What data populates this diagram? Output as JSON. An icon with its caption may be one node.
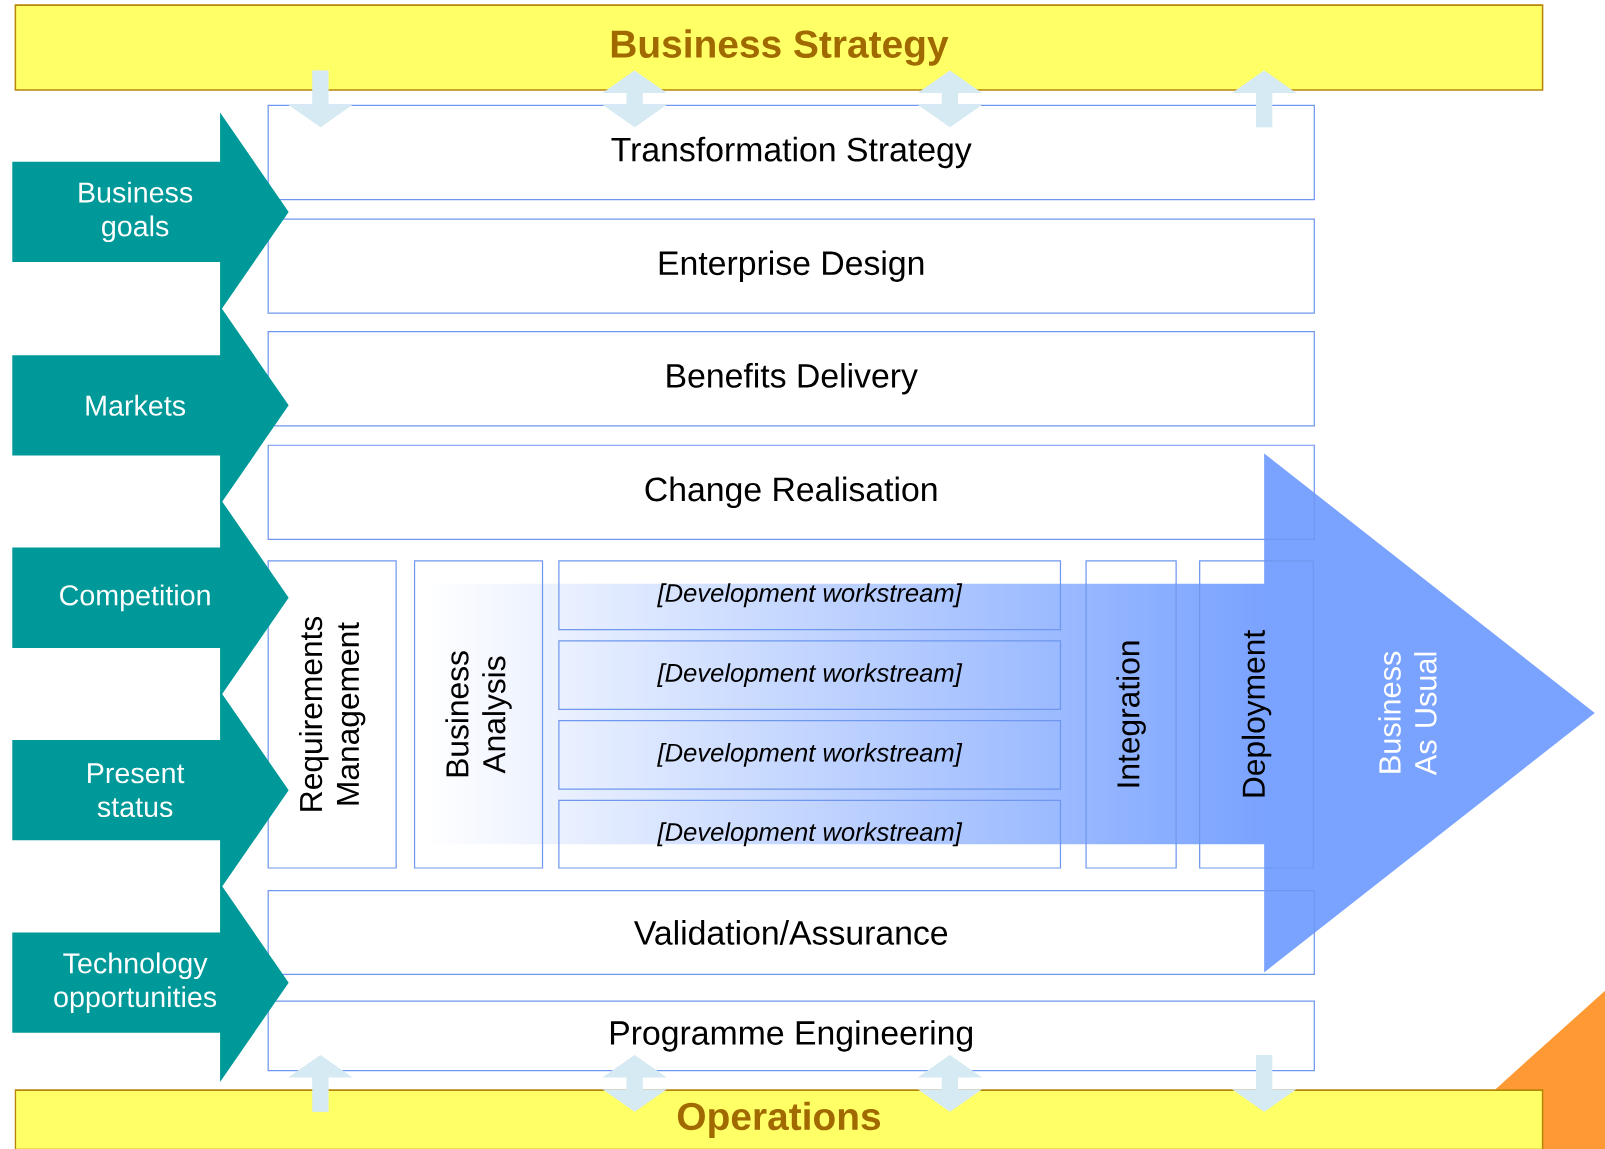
{
  "diagram": {
    "nodes": [
      {
        "text": [
          "Business Strategy"
        ]
      },
      {
        "text": [
          "Transformation Strategy"
        ]
      },
      {
        "text": [
          "Enterprise Design"
        ]
      },
      {
        "text": [
          "Benefits Delivery"
        ]
      },
      {
        "text": [
          "Change Realisation"
        ]
      },
      {
        "text": [
          "Requirements Management"
        ]
      },
      {
        "text": [
          "Business Analysis"
        ]
      },
      {
        "text": [
          "[Development workstream]"
        ]
      },
      {
        "text": [
          "[Development workstream]"
        ]
      },
      {
        "text": [
          "[Development workstream]"
        ]
      },
      {
        "text": [
          "[Development workstream]"
        ]
      },
      {
        "text": [
          "Integration"
        ]
      },
      {
        "text": [
          "Deployment"
        ]
      },
      {
        "text": [
          "Validation/Assurance"
        ]
      },
      {
        "text": [
          "Programme Engineering"
        ]
      },
      {
        "text": [
          "Operations"
        ]
      },
      {
        "text": [
          "Business As Usual"
        ]
      },
      {
        "text": [
          "Business goals"
        ]
      },
      {
        "text": [
          "Markets"
        ]
      },
      {
        "text": [
          "Competition"
        ]
      },
      {
        "text": [
          "Present status"
        ]
      },
      {
        "text": [
          "Technology opportunities"
        ]
      }
    ],
    "edges": [
      {
        "from": 0,
        "to": 1,
        "arrow": "to"
      },
      {
        "from": 0,
        "to": 1,
        "arrow": "both"
      },
      {
        "from": 0,
        "to": 1,
        "arrow": "both"
      },
      {
        "from": 1,
        "to": 0,
        "arrow": "to"
      },
      {
        "from": 15,
        "to": 14,
        "arrow": "to"
      },
      {
        "from": 14,
        "to": 15,
        "arrow": "both"
      },
      {
        "from": 14,
        "to": 15,
        "arrow": "both"
      },
      {
        "from": 14,
        "to": 15,
        "arrow": "to"
      }
    ]
  }
}
